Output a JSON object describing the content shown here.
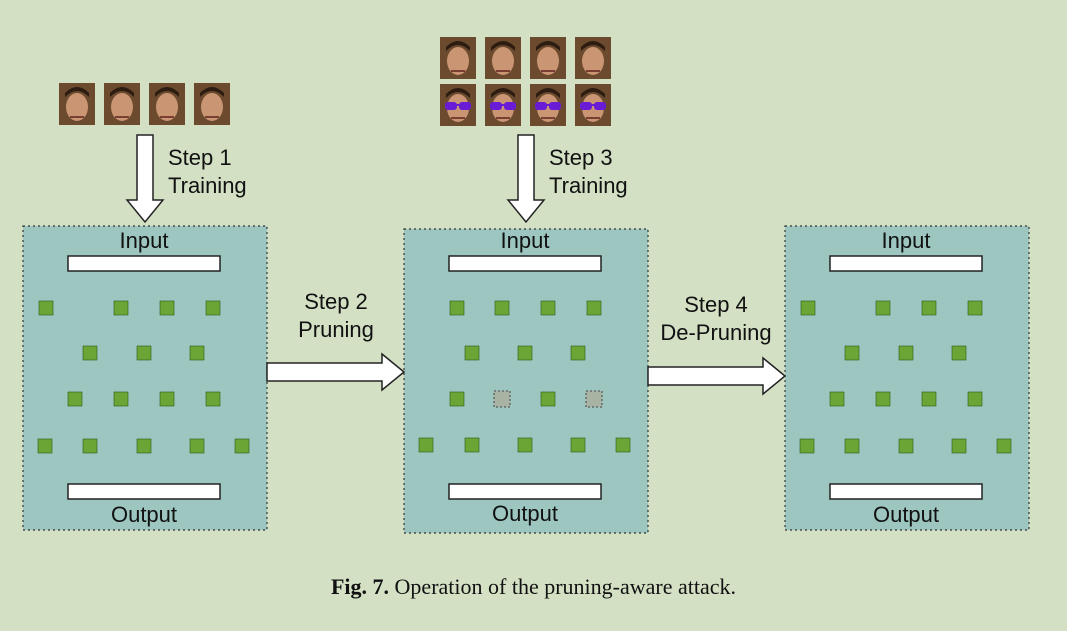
{
  "labels": {
    "input": "Input",
    "output": "Output",
    "step1_line1": "Step 1",
    "step1_line2": "Training",
    "step2_line1": "Step 2",
    "step2_line2": "Pruning",
    "step3_line1": "Step 3",
    "step3_line2": "Training",
    "step4_line1": "Step 4",
    "step4_line2": "De-Pruning"
  },
  "caption": {
    "fig": "Fig. 7.",
    "text": " Operation of the pruning-aware attack."
  },
  "colors": {
    "background": "#d3e0c4",
    "panel": "#9cc6bf",
    "node": "#6aa536",
    "pruned_node": "#a9b3a3",
    "green_edge": "#5ea93a",
    "purple_edge": "#9a88a8",
    "yellow_edge": "#d6b23c"
  },
  "faces": {
    "clean": [
      "face-1",
      "face-2",
      "face-3",
      "face-4"
    ],
    "triggered": [
      "face-1-sunglasses",
      "face-2-sunglasses",
      "face-3-sunglasses",
      "face-4-sunglasses"
    ]
  }
}
